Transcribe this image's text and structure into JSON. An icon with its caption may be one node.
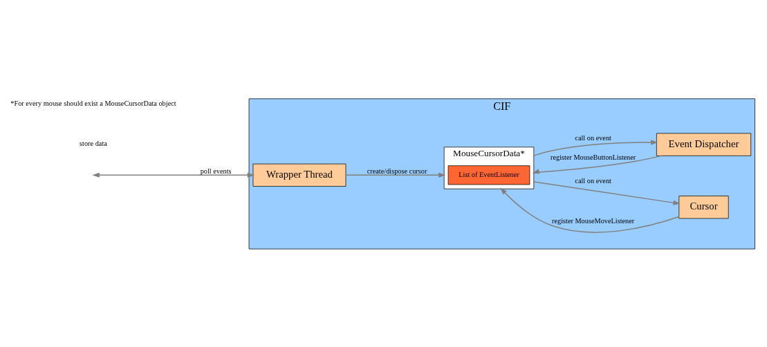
{
  "diagram": {
    "nodes": [
      {
        "text": [
          "CIF"
        ]
      },
      {
        "text": [
          "Wrapper Thread"
        ],
        "in": 0
      },
      {
        "text": [
          "MouseCursorData*"
        ],
        "in": 0
      },
      {
        "text": [
          "List of EventListener"
        ],
        "in": 2
      },
      {
        "text": [
          "Cursor"
        ],
        "in": 0
      },
      {
        "text": [
          "Event Dispatcher"
        ],
        "in": 0
      }
    ],
    "edges": [
      {
        "from": 1,
        "to": 2,
        "arrow": "to",
        "label": "create/dispose cursor"
      },
      {
        "from": 4,
        "to": 2,
        "arrow": "to",
        "label": "register MouseMoveListener"
      },
      {
        "from": 2,
        "to": 4,
        "arrow": "to",
        "label": "call on event"
      },
      {
        "from": 5,
        "to": 2,
        "arrow": "to",
        "label": "register MouseButtonListener"
      },
      {
        "from": 2,
        "to": 5,
        "arrow": "to",
        "label": "call on event"
      },
      {
        "from": 1,
        "to": null,
        "arrow": "both",
        "label": "poll events"
      }
    ],
    "labels": [
      "store data",
      "*For every mouse should exist a MouseCursorData object"
    ]
  }
}
